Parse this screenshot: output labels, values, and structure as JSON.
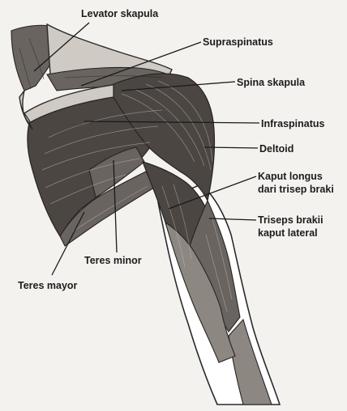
{
  "labels": {
    "levator_skapula": "Levator skapula",
    "supraspinatus": "Supraspinatus",
    "spina_skapula": "Spina skapula",
    "infraspinatus": "Infraspinatus",
    "deltoid": "Deltoid",
    "kaput_longus_line1": "Kaput longus",
    "kaput_longus_line2": "dari trisep braki",
    "triseps_line1": "Triseps brakii",
    "triseps_line2": "kaput lateral",
    "teres_minor": "Teres minor",
    "teres_mayor": "Teres mayor"
  }
}
